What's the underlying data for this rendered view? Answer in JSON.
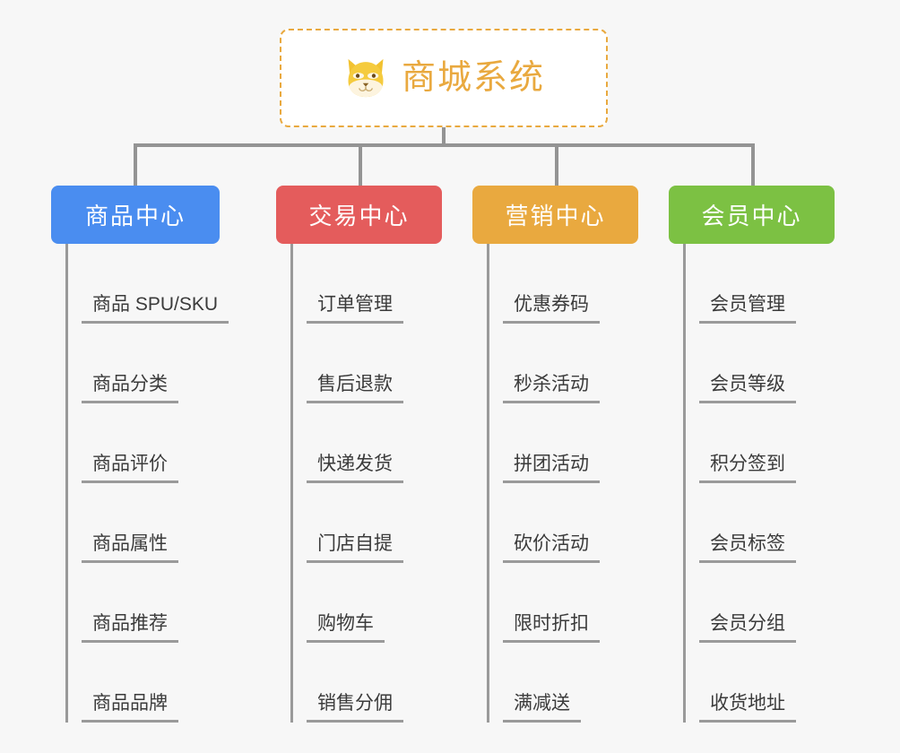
{
  "root": {
    "title": "商城系统",
    "icon": "shiba-dog-face-icon",
    "accent_color": "#e9a93f",
    "background": "#ffffff",
    "border_style": "dashed"
  },
  "canvas": {
    "background_color": "#f7f7f7",
    "connector_color": "#949494"
  },
  "branches": [
    {
      "label": "商品中心",
      "color": "#4a8df0",
      "items": [
        "商品 SPU/SKU",
        "商品分类",
        "商品评价",
        "商品属性",
        "商品推荐",
        "商品品牌"
      ]
    },
    {
      "label": "交易中心",
      "color": "#e45c5c",
      "items": [
        "订单管理",
        "售后退款",
        "快递发货",
        "门店自提",
        "购物车",
        "销售分佣"
      ]
    },
    {
      "label": "营销中心",
      "color": "#e9a93f",
      "items": [
        "优惠券码",
        "秒杀活动",
        "拼团活动",
        "砍价活动",
        "限时折扣",
        "满减送"
      ]
    },
    {
      "label": "会员中心",
      "color": "#7cc143",
      "items": [
        "会员管理",
        "会员等级",
        "积分签到",
        "会员标签",
        "会员分组",
        "收货地址"
      ]
    }
  ]
}
